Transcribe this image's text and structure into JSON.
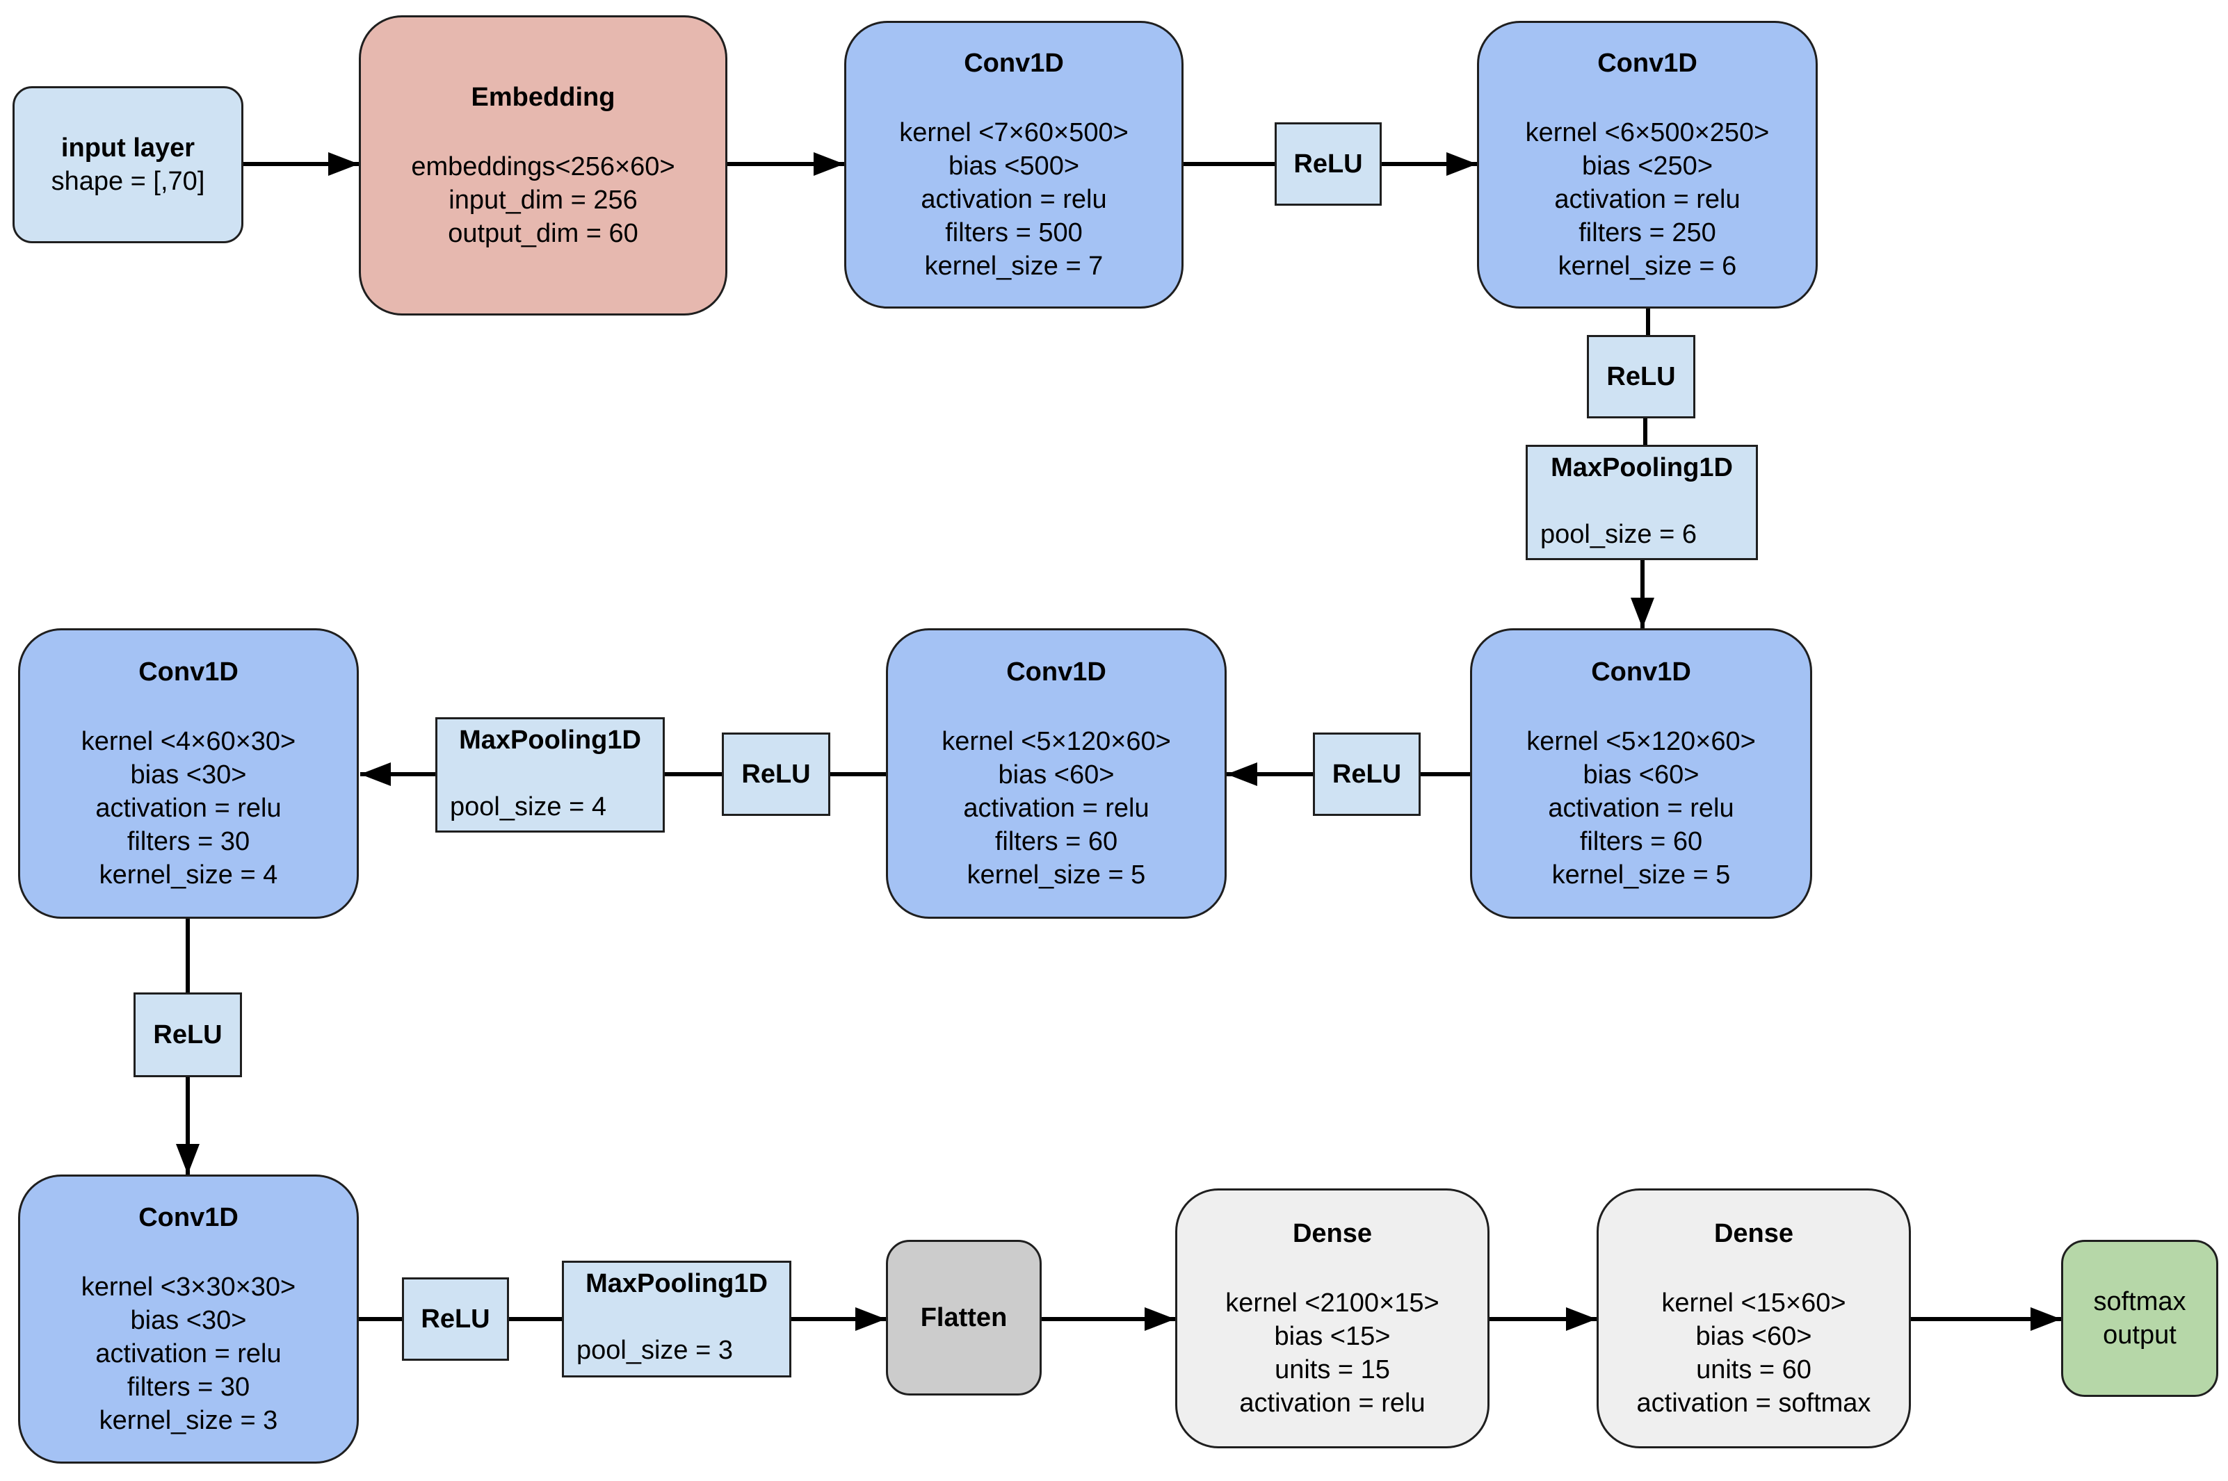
{
  "nodes": {
    "input": {
      "title": "input layer",
      "lines": [
        "shape = [,70]"
      ]
    },
    "embedding": {
      "title": "Embedding",
      "lines": [
        "embeddings<256×60>",
        "input_dim = 256",
        "output_dim = 60"
      ]
    },
    "conv1": {
      "title": "Conv1D",
      "lines": [
        "kernel <7×60×500>",
        "bias <500>",
        "activation = relu",
        "filters = 500",
        "kernel_size = 7"
      ]
    },
    "relu1": {
      "title": "ReLU"
    },
    "conv2": {
      "title": "Conv1D",
      "lines": [
        "kernel <6×500×250>",
        "bias <250>",
        "activation = relu",
        "filters = 250",
        "kernel_size = 6"
      ]
    },
    "relu2": {
      "title": "ReLU"
    },
    "pool1": {
      "title": "MaxPooling1D",
      "lines": [
        "pool_size = 6"
      ]
    },
    "conv3": {
      "title": "Conv1D",
      "lines": [
        "kernel <5×120×60>",
        "bias <60>",
        "activation = relu",
        "filters = 60",
        "kernel_size = 5"
      ]
    },
    "relu3": {
      "title": "ReLU"
    },
    "conv4": {
      "title": "Conv1D",
      "lines": [
        "kernel <5×120×60>",
        "bias <60>",
        "activation = relu",
        "filters = 60",
        "kernel_size = 5"
      ]
    },
    "relu4": {
      "title": "ReLU"
    },
    "pool2": {
      "title": "MaxPooling1D",
      "lines": [
        "pool_size = 4"
      ]
    },
    "conv5": {
      "title": "Conv1D",
      "lines": [
        "kernel <4×60×30>",
        "bias <30>",
        "activation = relu",
        "filters = 30",
        "kernel_size = 4"
      ]
    },
    "relu5": {
      "title": "ReLU"
    },
    "conv6": {
      "title": "Conv1D",
      "lines": [
        "kernel <3×30×30>",
        "bias <30>",
        "activation = relu",
        "filters = 30",
        "kernel_size = 3"
      ]
    },
    "relu6": {
      "title": "ReLU"
    },
    "pool3": {
      "title": "MaxPooling1D",
      "lines": [
        "pool_size = 3"
      ]
    },
    "flatten": {
      "title": "Flatten"
    },
    "dense1": {
      "title": "Dense",
      "lines": [
        "kernel <2100×15>",
        "bias <15>",
        "units = 15",
        "activation = relu"
      ]
    },
    "dense2": {
      "title": "Dense",
      "lines": [
        "kernel <15×60>",
        "bias <60>",
        "units = 60",
        "activation = softmax"
      ]
    },
    "output": {
      "lines": [
        "softmax",
        "output"
      ]
    }
  },
  "colors": {
    "input": "#cfe2f3",
    "embedding": "#e6b8af",
    "conv": "#a4c2f4",
    "activation": "#cfe2f3",
    "flatten": "#cccccc",
    "dense": "#efefef",
    "output": "#b6d7a8",
    "stroke": "#000000"
  }
}
